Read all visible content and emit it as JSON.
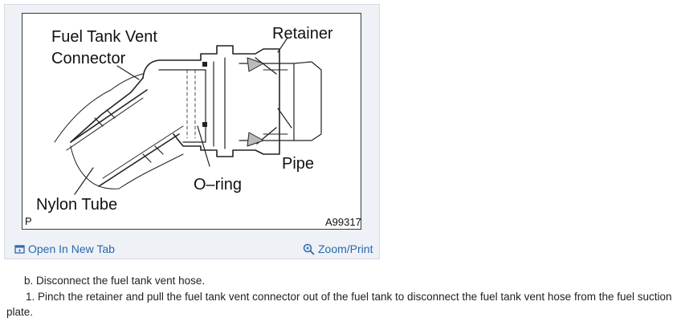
{
  "diagram": {
    "labels": {
      "fuel_tank_vent_line1": "Fuel Tank Vent",
      "fuel_tank_vent_line2": "Connector",
      "retainer": "Retainer",
      "pipe": "Pipe",
      "o_ring": "O–ring",
      "nylon_tube": "Nylon Tube",
      "corner_p": "P",
      "figure_id": "A99317"
    }
  },
  "toolbar": {
    "open_new_tab_label": "Open In New Tab",
    "open_new_tab_icon": "open-new-tab-icon",
    "zoom_print_label": "Zoom/Print",
    "zoom_print_icon": "magnifier-icon",
    "link_color": "#2a67b1"
  },
  "instructions": {
    "step_b": "b. Disconnect the fuel tank vent hose.",
    "step_1": "1. Pinch the retainer and pull the fuel tank vent connector out of the fuel tank to disconnect the fuel tank vent hose from the fuel suction plate."
  }
}
